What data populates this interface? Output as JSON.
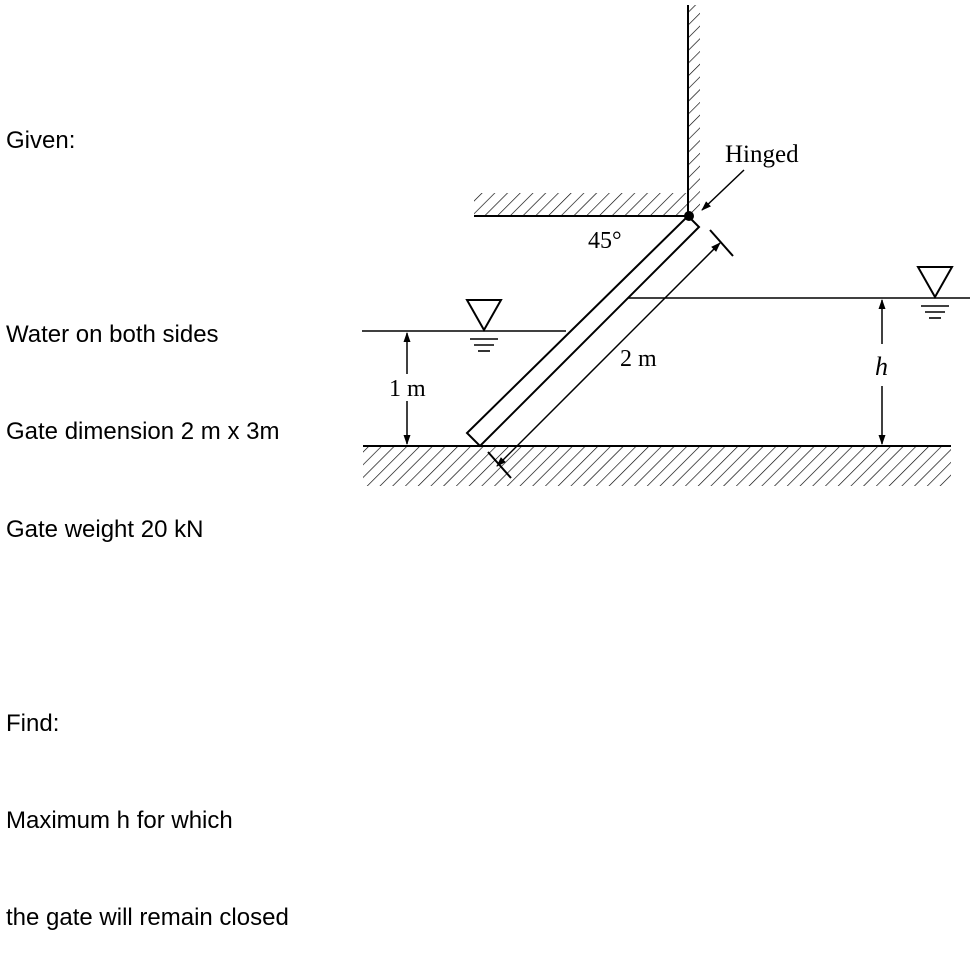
{
  "given": {
    "heading": "Given:",
    "lines": [
      "Water on both sides",
      "Gate dimension 2 m x 3m",
      "Gate weight 20 kN"
    ]
  },
  "find": {
    "heading": "Find:",
    "lines": [
      "Maximum h for which",
      "the gate will remain closed"
    ]
  },
  "figure": {
    "hinge_label": "Hinged",
    "angle_label": "45°",
    "gate_length_label": "2 m",
    "left_depth_label": "1 m",
    "right_depth_label": "h"
  }
}
